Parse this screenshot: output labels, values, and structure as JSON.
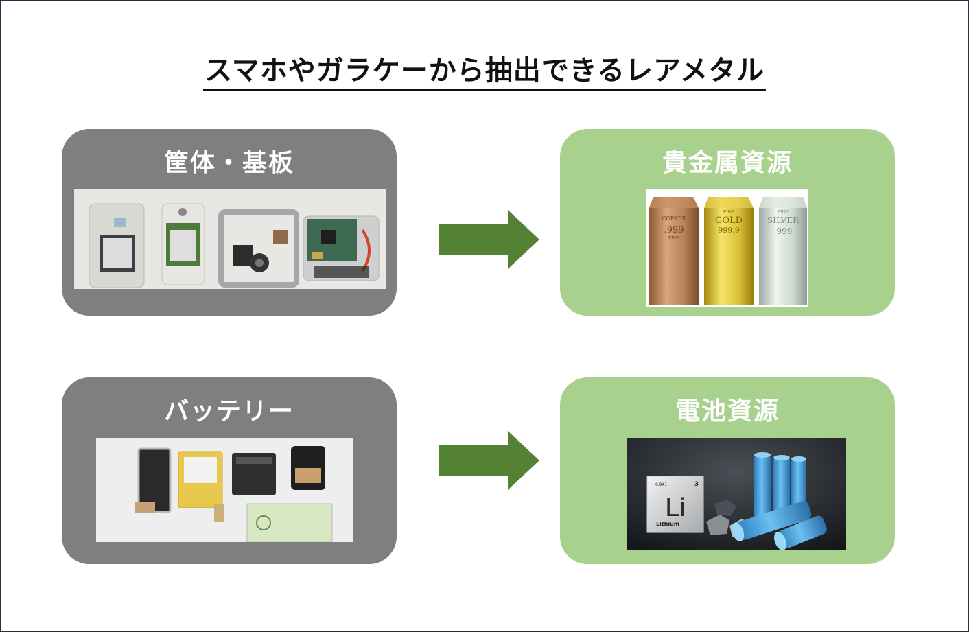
{
  "title": "スマホやガラケーから抽出できるレアメタル",
  "rows": [
    {
      "source_label": "筐体・基板",
      "target_label": "貴金属資源",
      "bars": [
        {
          "top": "COPPER",
          "mid": ".999",
          "small": "FINE"
        },
        {
          "top": "FINE",
          "mid": "GOLD",
          "small": "999.9"
        },
        {
          "top": "FINE",
          "mid": "SILVER",
          "small": ".999"
        }
      ]
    },
    {
      "source_label": "バッテリー",
      "target_label": "電池資源",
      "element": {
        "symbol": "Li",
        "number": "3",
        "mass": "6.941",
        "name": "Lithium"
      }
    }
  ],
  "colors": {
    "source_box": "#7f7f7f",
    "target_box": "#a9d18e",
    "arrow": "#548235",
    "frame": "#1f2f46"
  }
}
